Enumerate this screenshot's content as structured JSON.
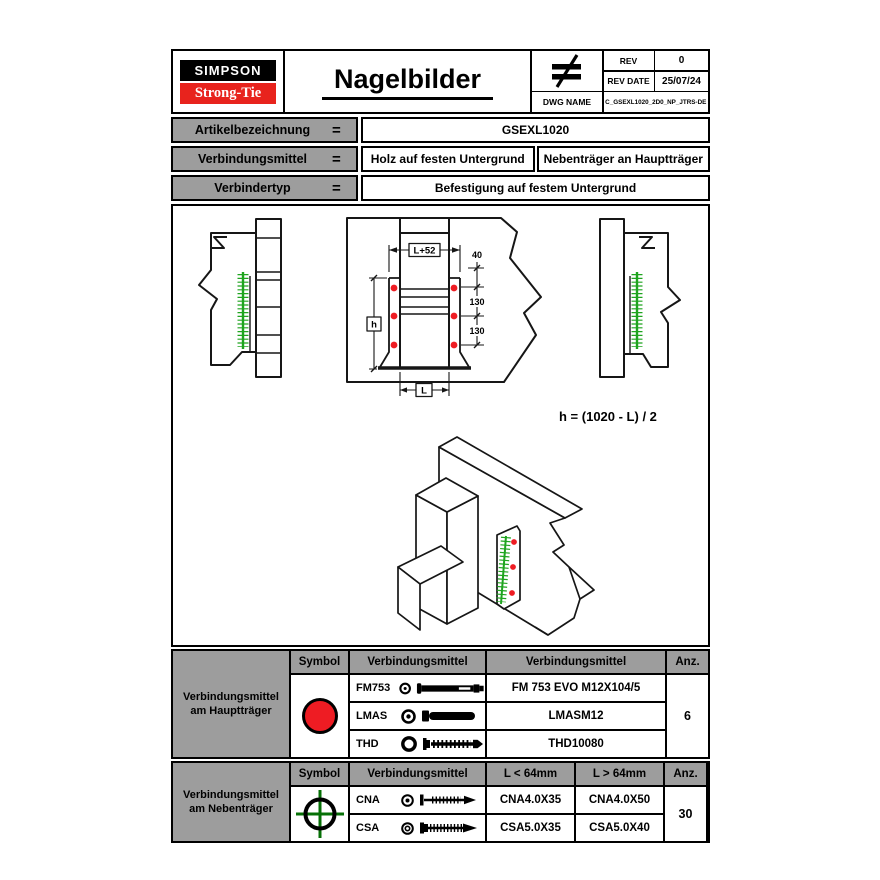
{
  "header": {
    "logo_line1": "SIMPSON",
    "logo_line2": "Strong-Tie",
    "title": "Nagelbilder",
    "rev_label": "REV",
    "rev_value": "0",
    "rev_date_label": "REV DATE",
    "rev_date_value": "25/07/24",
    "dwg_name_label": "DWG NAME",
    "dwg_name_value": "C_GSEXL1020_2D0_NP_JTRS-DE"
  },
  "info": {
    "rows": [
      {
        "label": "Artikelbezeichnung",
        "eq": "=",
        "values": [
          "GSEXL1020"
        ]
      },
      {
        "label": "Verbindungsmittel",
        "eq": "=",
        "values": [
          "Holz auf festen Untergrund",
          "Nebenträger an Hauptträger"
        ]
      },
      {
        "label": "Verbindertyp",
        "eq": "=",
        "values": [
          "Befestigung auf festem Untergrund"
        ]
      }
    ]
  },
  "drawing": {
    "dims": {
      "top_width": "L+52",
      "top_offset": "40",
      "row_gap_1": "130",
      "row_gap_2": "130",
      "height_label": "h",
      "beam_width_label": "L"
    },
    "formula": "h = (1020 - L) / 2"
  },
  "tables": {
    "haupt": {
      "row_label": "Verbindungsmittel am Hauptträger",
      "headers": [
        "Symbol",
        "Verbindungsmittel",
        "Verbindungsmittel",
        "Anz."
      ],
      "rows": [
        {
          "code": "FM753",
          "product": "FM 753 EVO M12X104/5"
        },
        {
          "code": "LMAS",
          "product": "LMASM12"
        },
        {
          "code": "THD",
          "product": "THD10080"
        }
      ],
      "anz": "6"
    },
    "neben": {
      "row_label": "Verbindungsmittel am Nebenträger",
      "headers": [
        "Symbol",
        "Verbindungsmittel",
        "L < 64mm",
        "L > 64mm",
        "Anz."
      ],
      "rows": [
        {
          "code": "CNA",
          "short": "CNA4.0X35",
          "long": "CNA4.0X50"
        },
        {
          "code": "CSA",
          "short": "CSA5.0X35",
          "long": "CSA5.0X40"
        }
      ],
      "anz": "30"
    }
  },
  "colors": {
    "accent_red": "#ee1c23",
    "logo_red": "#e8231d",
    "nail_green": "#1fa41f",
    "crosshair_green": "#067006",
    "cell_gray": "#9d9d9d"
  }
}
